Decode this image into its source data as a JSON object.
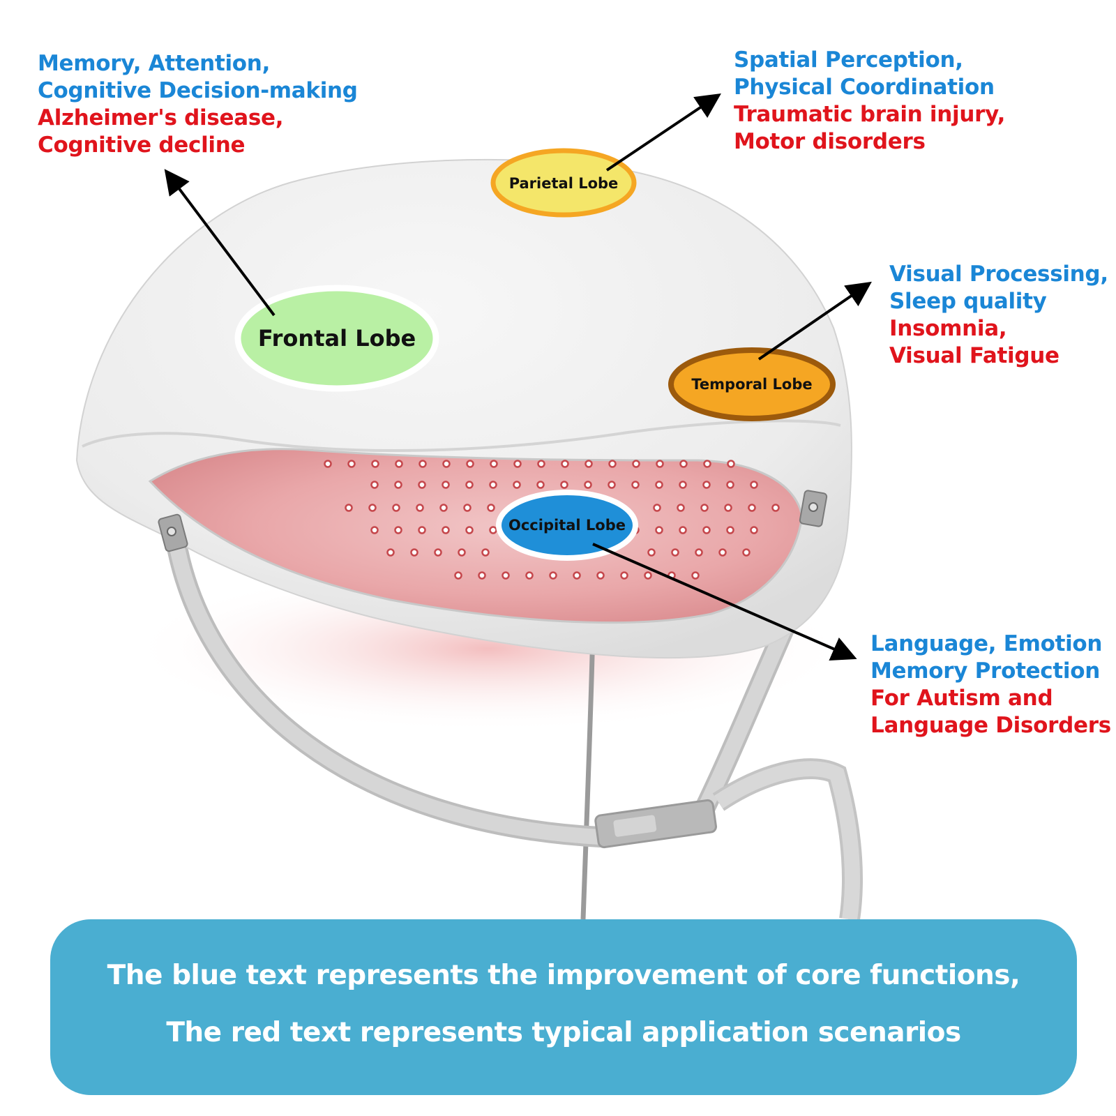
{
  "lobes": {
    "frontal": {
      "label": "Frontal Lobe",
      "functions": [
        "Memory, Attention,",
        "Cognitive Decision-making"
      ],
      "applications": [
        "Alzheimer's disease,",
        "Cognitive decline"
      ],
      "color": "#b9f0a4"
    },
    "parietal": {
      "label": "Parietal Lobe",
      "functions": [
        "Spatial Perception,",
        "Physical Coordination"
      ],
      "applications": [
        "Traumatic brain injury,",
        "Motor disorders"
      ],
      "color": "#f4e66a"
    },
    "temporal": {
      "label": "Temporal Lobe",
      "functions": [
        "Visual Processing,",
        "Sleep quality"
      ],
      "applications": [
        "Insomnia,",
        "Visual Fatigue"
      ],
      "color": "#f5a623"
    },
    "occipital": {
      "label": "Occipital Lobe",
      "functions": [
        "Language, Emotion",
        "Memory Protection"
      ],
      "applications": [
        "For Autism and",
        "Language Disorders"
      ],
      "color": "#1f8fd8"
    }
  },
  "legend": {
    "line1": "The blue text represents the improvement of core functions,",
    "line2": "The red text represents typical application scenarios",
    "background": "#4aaed1"
  },
  "colors": {
    "function_text": "#1a86d6",
    "application_text": "#e0141c",
    "helmet_shell": "#ececec",
    "led_glow": "#e8a3a5",
    "strap": "#c4c4c4"
  },
  "icons": {
    "device": "led-helmet-icon",
    "arrows": "arrow-icon"
  }
}
